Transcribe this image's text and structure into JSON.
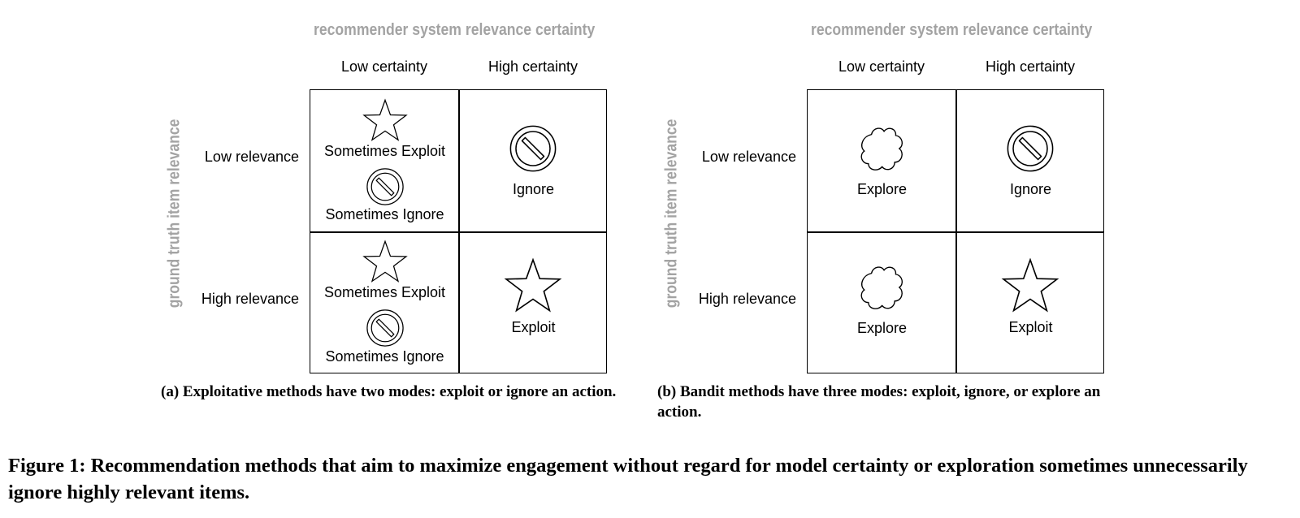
{
  "panel_a": {
    "top_axis": "recommender system relevance certainty",
    "side_axis": "ground truth item relevance",
    "columns": [
      "Low certainty",
      "High certainty"
    ],
    "rows": [
      "Low relevance",
      "High relevance"
    ],
    "cells": {
      "low_rel_low_cert": {
        "top": "Sometimes Exploit",
        "bottom": "Sometimes Ignore"
      },
      "low_rel_high_cert": {
        "label": "Ignore"
      },
      "high_rel_low_cert": {
        "top": "Sometimes Exploit",
        "bottom": "Sometimes Ignore"
      },
      "high_rel_high_cert": {
        "label": "Exploit"
      }
    },
    "caption": "(a) Exploitative methods have two modes: exploit or ignore an action."
  },
  "panel_b": {
    "top_axis": "recommender system relevance certainty",
    "side_axis": "ground truth item relevance",
    "columns": [
      "Low certainty",
      "High certainty"
    ],
    "rows": [
      "Low relevance",
      "High relevance"
    ],
    "cells": {
      "low_rel_low_cert": {
        "label": "Explore"
      },
      "low_rel_high_cert": {
        "label": "Ignore"
      },
      "high_rel_low_cert": {
        "label": "Explore"
      },
      "high_rel_high_cert": {
        "label": "Exploit"
      }
    },
    "caption": "(b) Bandit methods have three modes: exploit, ignore, or explore an action."
  },
  "figure_caption": "Figure 1: Recommendation methods that aim to maximize engagement without regard for model certainty or exploration sometimes unnecessarily ignore highly relevant items.",
  "icons": {
    "exploit": "star-icon",
    "ignore": "prohibited-icon",
    "explore": "cloud-icon"
  },
  "colors": {
    "axis_label": "#a3a3a3",
    "line": "#000000"
  }
}
